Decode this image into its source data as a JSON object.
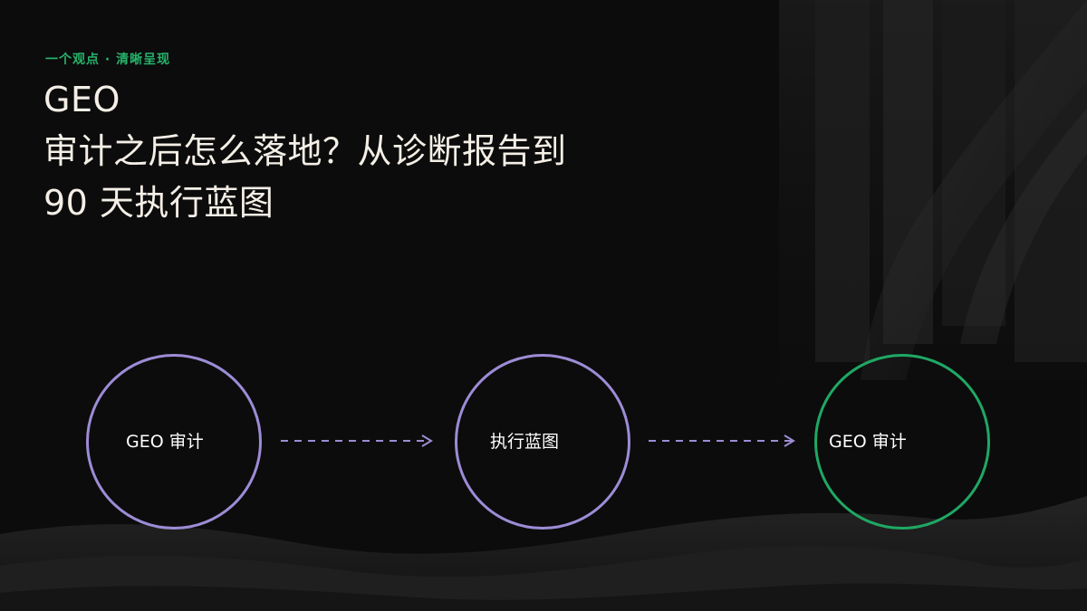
{
  "slide": {
    "eyebrow": "一个观点 · 清晰呈现",
    "title_lines": [
      "GEO",
      "审计之后怎么落地？从诊断报告到",
      "90 天执行蓝图"
    ]
  },
  "flow": {
    "nodes": [
      {
        "label": "GEO 审计",
        "color": "#9d8cd6"
      },
      {
        "label": "执行蓝图",
        "color": "#9d8cd6"
      },
      {
        "label": "GEO 审计",
        "color": "#1fa864"
      }
    ],
    "connector_color": "#9d8cd6"
  }
}
